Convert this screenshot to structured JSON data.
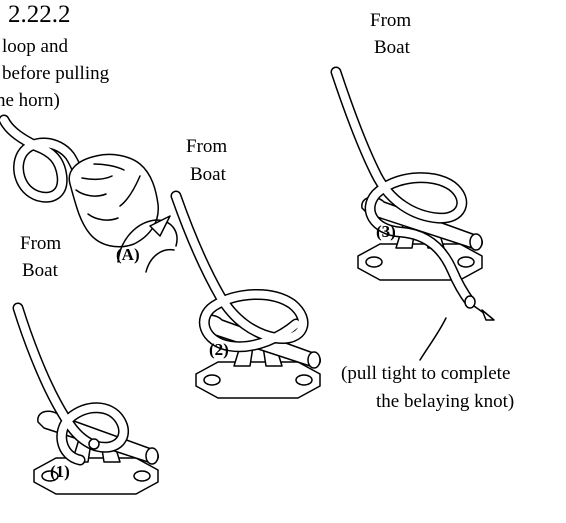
{
  "figure": {
    "number": "2.22.2",
    "instruction_lines": [
      "loop and",
      "before pulling",
      "he horn)"
    ],
    "from_boat_1": [
      "From",
      "Boat"
    ],
    "from_boat_2": [
      "From",
      "Boat"
    ],
    "from_boat_3": [
      "From",
      "Boat"
    ],
    "step_a": "(A)",
    "step_1": "(1)",
    "step_2": "(2)",
    "step_3": "(3)",
    "pull_tight_lines": [
      "(pull tight to complete",
      "the  belaying knot)"
    ]
  },
  "icons": [
    "hand-icon",
    "rotation-arrow-icon",
    "cleat-icon",
    "rope-icon",
    "pull-arrow-icon"
  ]
}
